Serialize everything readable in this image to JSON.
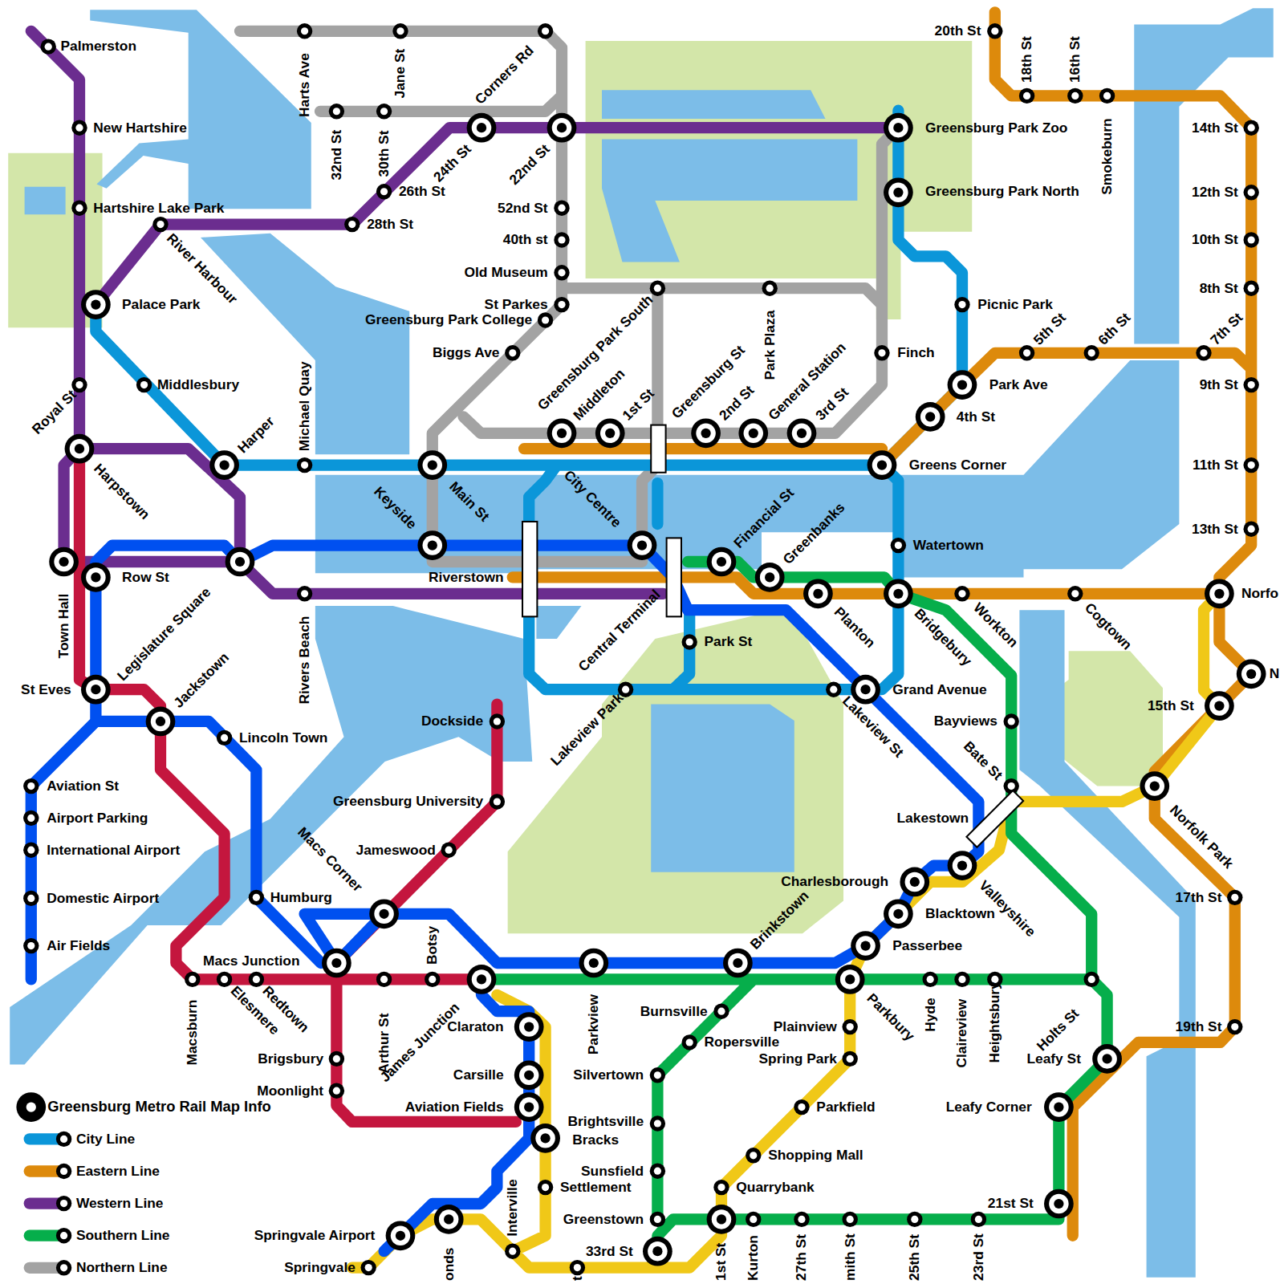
{
  "diagram": {
    "title": "Greensburg Metro Rail Map Info",
    "labels": [
      "Palmerston",
      "New Hartshire",
      "Hartshire Lake Park",
      "River Harbour",
      "Palace Park",
      "Middlesbury",
      "Royal St",
      "Harpstown",
      "Harper",
      "Michael Quay",
      "Town Hall",
      "Row St",
      "Legislature Square",
      "St Eves",
      "Jackstown",
      "Lincoln Town",
      "Aviation St",
      "Airport Parking",
      "International Airport",
      "Domestic Airport",
      "Air Fields",
      "Humburg",
      "Rivers Beach",
      "Keyside",
      "Main St",
      "Riverstown",
      "City Centre",
      "Harts Ave",
      "32nd St",
      "30th St",
      "Jane St",
      "Corners Rd",
      "24th St",
      "22nd St",
      "26th St",
      "28th St",
      "52nd St",
      "40th st",
      "Old Museum",
      "St Parkes",
      "Greensburg Park College",
      "Biggs Ave",
      "Greensburg Park South",
      "Middleton",
      "1st St",
      "Greensburg St",
      "2nd St",
      "Park Plaza",
      "General Station",
      "3rd St",
      "Greensburg Park Zoo",
      "Greensburg Park North",
      "Picnic Park",
      "Finch",
      "Park Ave",
      "4th St",
      "Greens Corner",
      "5th St",
      "6th St",
      "7th St",
      "20th St",
      "18th St",
      "16th St",
      "Smokeburn",
      "14th St",
      "12th St",
      "10th St",
      "8th St",
      "9th St",
      "11th St",
      "13th St",
      "Financial St",
      "Greenbanks",
      "Watertown",
      "Planton",
      "Bridgebury",
      "Workton",
      "Cogtown",
      "Norfo",
      "N",
      "15th St",
      "Central Terminal",
      "Park St",
      "Lakeview Park",
      "Grand Avenue",
      "Lakeview St",
      "Bayviews",
      "Bate St",
      "Lakestown",
      "Norfolk Park",
      "Charlesborough",
      "Valleyshire",
      "Blacktown",
      "Passerbee",
      "Brinkstown",
      "Parkbury",
      "Dockside",
      "Greensburg University",
      "Jameswood",
      "Macs Corner",
      "Macs Junction",
      "Macsburn",
      "Elesmere",
      "Redtown",
      "Arthur St",
      "Botsy",
      "James Junction",
      "Brigsbury",
      "Moonlight",
      "Claraton",
      "Carsille",
      "Aviation Fields",
      "Parkview",
      "Burnsville",
      "Ropersville",
      "Silvertown",
      "Brightsville",
      "Bracks",
      "Sunsfield",
      "Settlement",
      "Greenstown",
      "33rd St",
      "Springvale Airport",
      "Springvale",
      "Interville",
      "onds",
      "t",
      "1st St",
      "Kurton",
      "27th St",
      "mith St",
      "25th St",
      "23rd St",
      "Plainview",
      "Spring Park",
      "Parkfield",
      "Shopping Mall",
      "Quarrybank",
      "Hyde",
      "Claireview",
      "Heightsbury",
      "Holts St",
      "Leafy St",
      "Leafy Corner",
      "21st St",
      "17th St",
      "19th St"
    ],
    "legend": [
      {
        "text": "City Line",
        "color": "#0b96d9"
      },
      {
        "text": "Eastern Line",
        "color": "#dd8a0c"
      },
      {
        "text": "Western Line",
        "color": "#6b2d8f"
      },
      {
        "text": "Southern Line",
        "color": "#06ae4b"
      },
      {
        "text": "Northern Line",
        "color": "#a3a3a3"
      }
    ]
  }
}
